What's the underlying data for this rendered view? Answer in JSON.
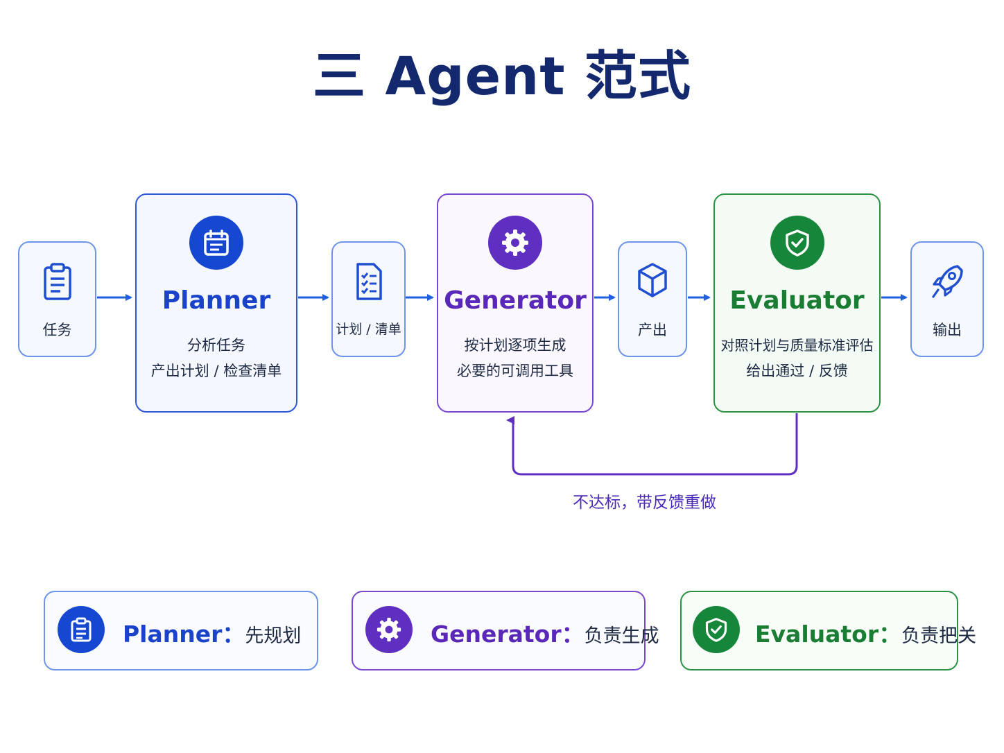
{
  "title": "三 Agent 范式",
  "flow": {
    "task": {
      "label": "任务",
      "icon": "clipboard-icon"
    },
    "planner": {
      "name": "Planner",
      "desc1": "分析任务",
      "desc2": "产出计划 / 检查清单",
      "icon": "calendar-icon"
    },
    "plan_list": {
      "label": "计划 / 清单",
      "icon": "checklist-icon"
    },
    "generator": {
      "name": "Generator",
      "desc1": "按计划逐项生成",
      "desc2": "必要的可调用工具",
      "icon": "gear-icon"
    },
    "product": {
      "label": "产出",
      "icon": "cube-icon"
    },
    "evaluator": {
      "name": "Evaluator",
      "desc1": "对照计划与质量标准评估",
      "desc2": "给出通过 / 反馈",
      "icon": "shield-check-icon"
    },
    "output": {
      "label": "输出",
      "icon": "rocket-icon"
    },
    "feedback_label": "不达标，带反馈重做"
  },
  "legend": [
    {
      "name": "Planner：",
      "role": "先规划",
      "icon": "clipboard-icon"
    },
    {
      "name": "Generator：",
      "role": "负责生成",
      "icon": "gear-icon"
    },
    {
      "name": "Evaluator：",
      "role": "负责把关",
      "icon": "shield-check-icon"
    }
  ],
  "colors": {
    "title": "#14286e",
    "planner": "#1547d0",
    "generator": "#5e2fc0",
    "evaluator": "#16873a",
    "arrow": "#1f5fe0",
    "feedback": "#4b2bb8"
  }
}
